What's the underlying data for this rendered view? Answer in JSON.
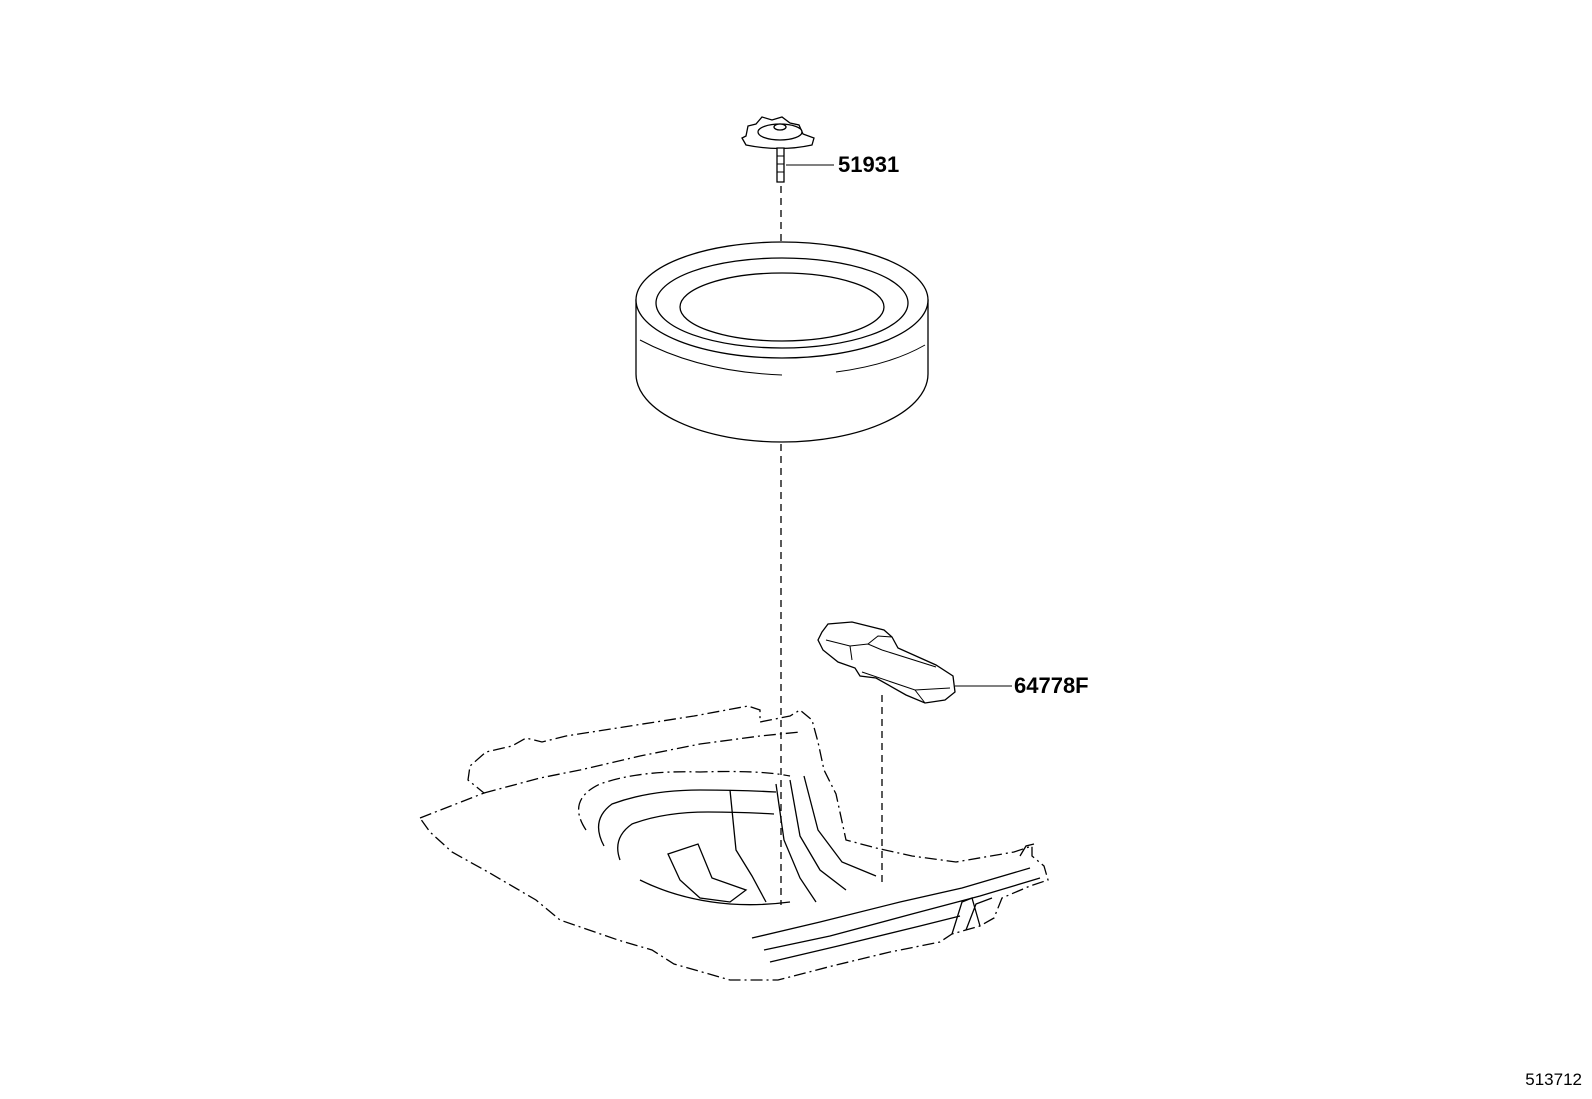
{
  "diagram": {
    "parts": [
      {
        "part_number": "51931",
        "component": "spare-tire-clamp-bolt"
      },
      {
        "part_number": "64778F",
        "component": "spare-tire-support-bracket"
      }
    ],
    "figure_number": "513712",
    "colors": {
      "line": "#000000",
      "background": "#ffffff"
    }
  }
}
